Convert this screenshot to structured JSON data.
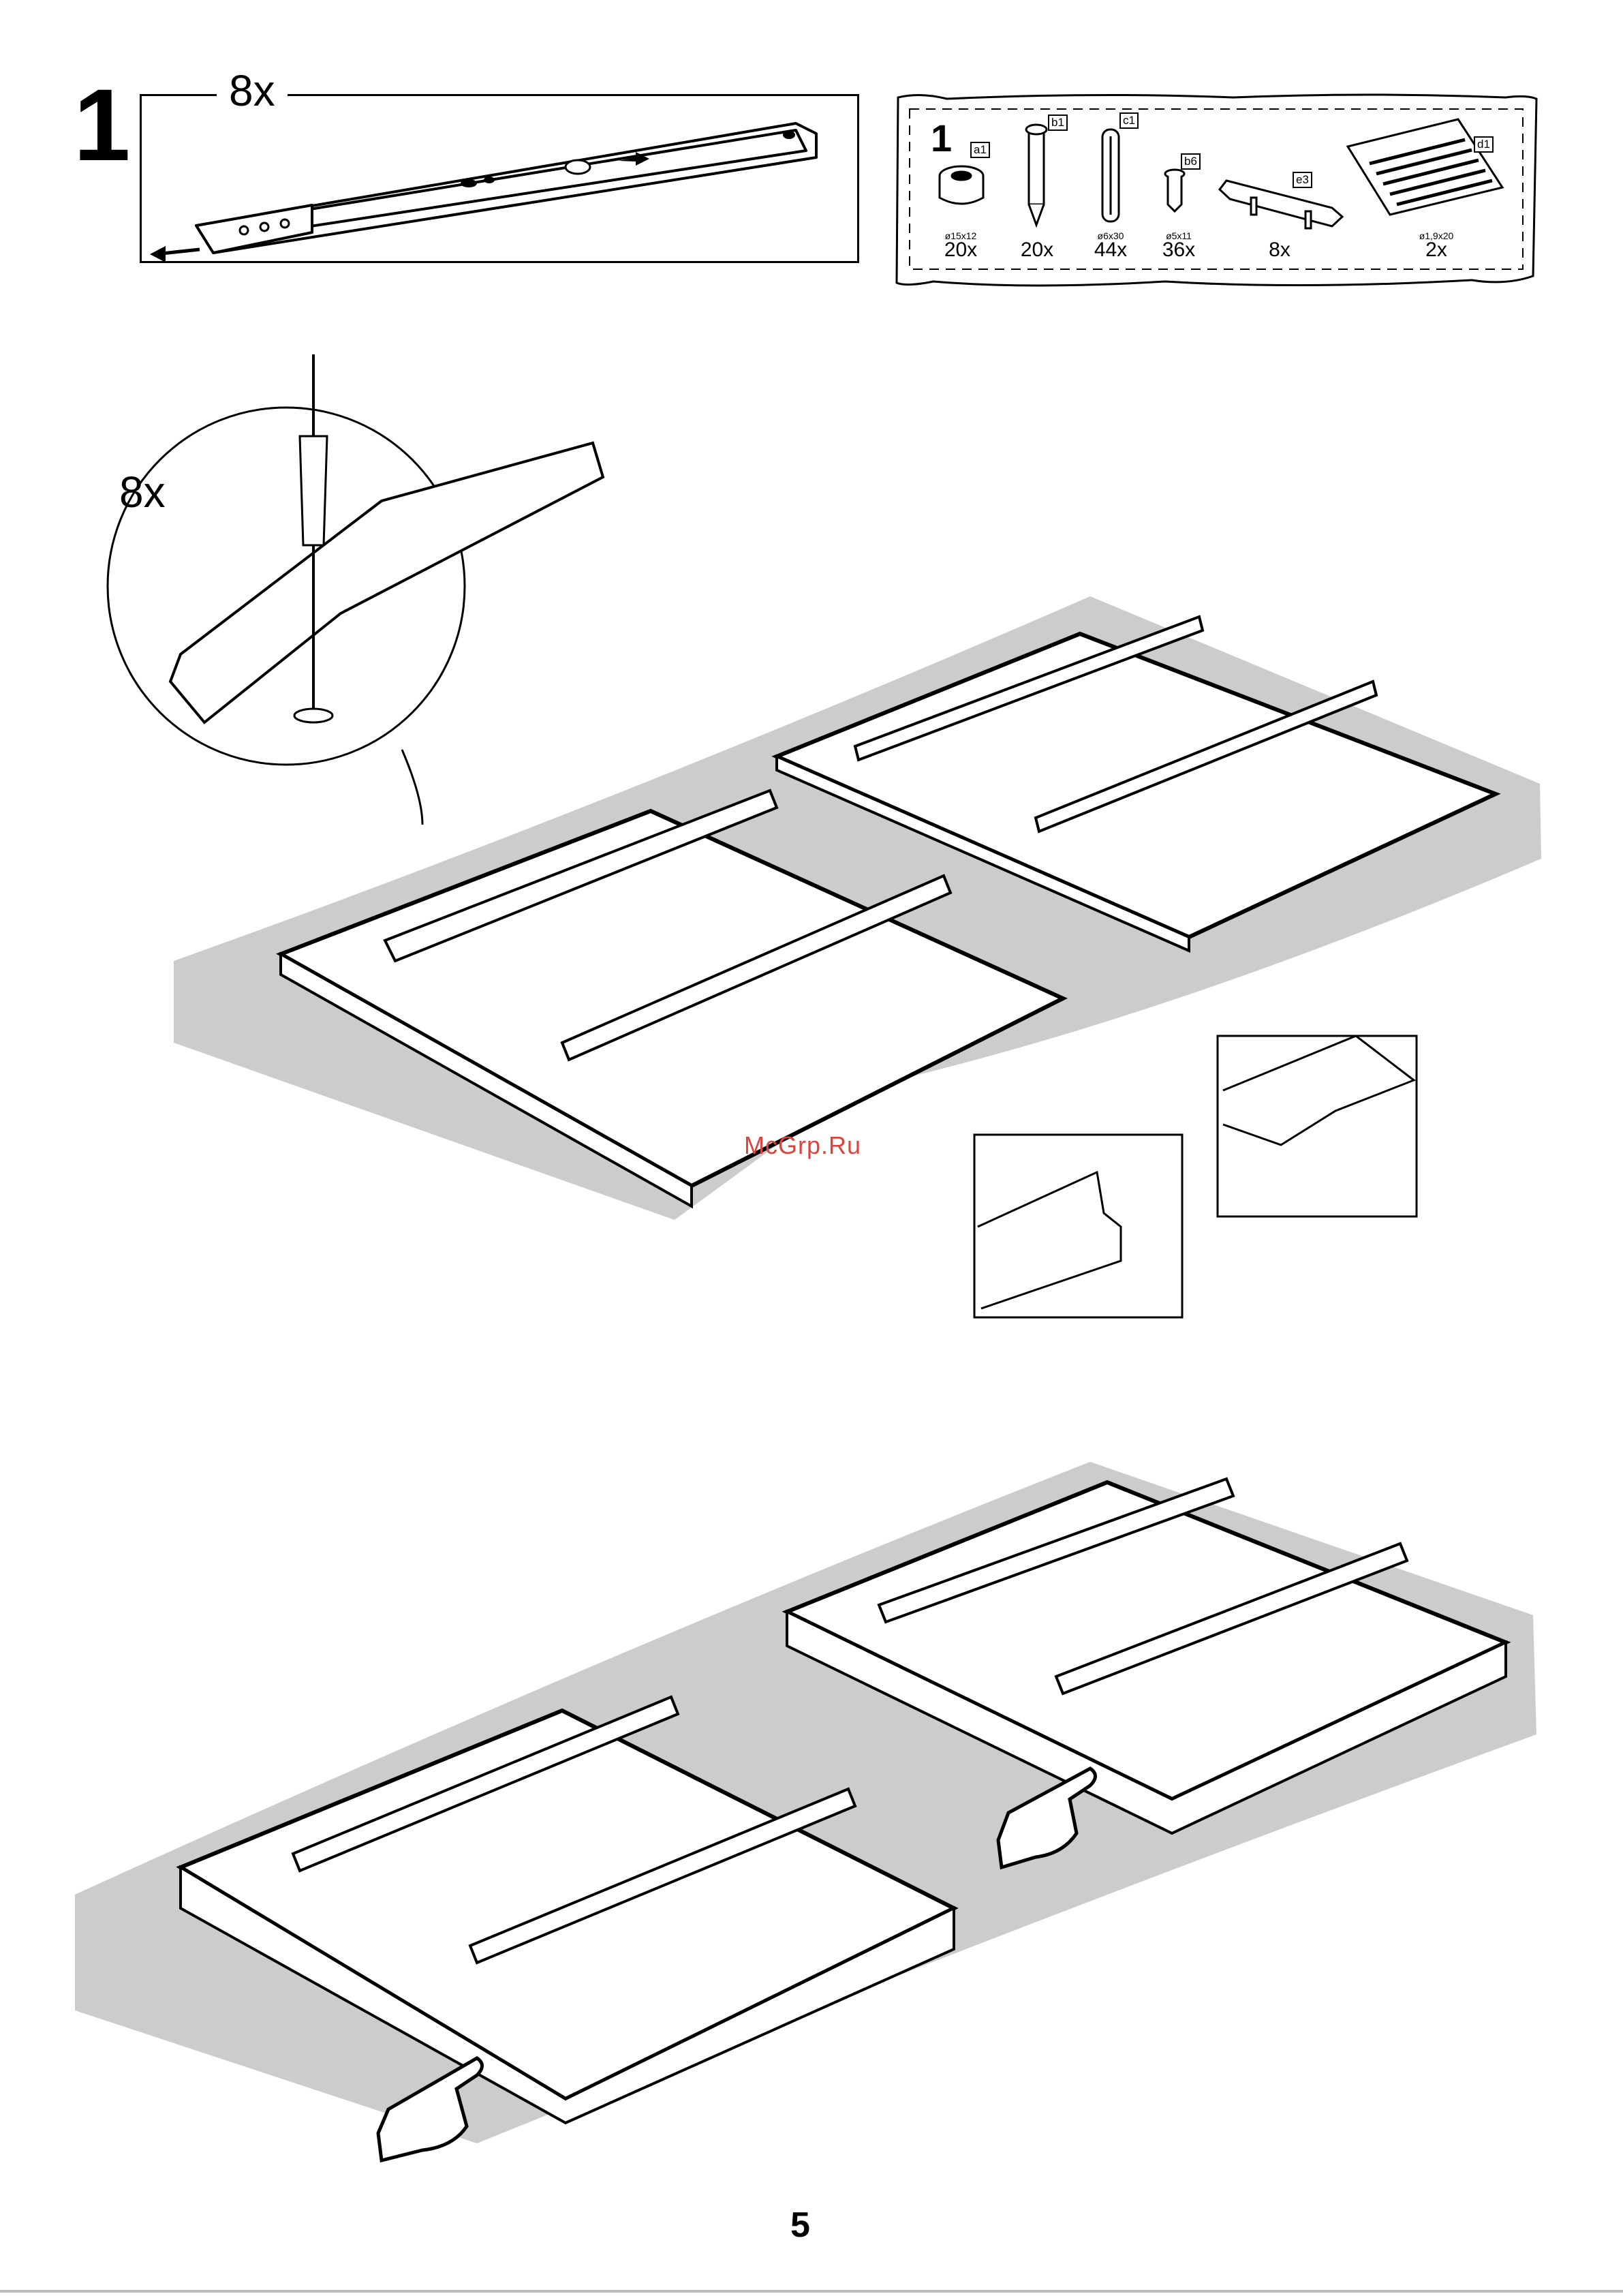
{
  "step": {
    "number": "1",
    "slide_quantity": "8x",
    "screw_quantity": "8x"
  },
  "parts_box": {
    "step_number": "1",
    "parts": [
      {
        "tag": "a1",
        "dimension": "ø15x12",
        "quantity": "20x",
        "icon": "cam-lock-icon"
      },
      {
        "tag": "b1",
        "dimension": "",
        "quantity": "20x",
        "icon": "cam-bolt-icon"
      },
      {
        "tag": "c1",
        "dimension": "ø6x30",
        "quantity": "44x",
        "icon": "wooden-dowel-icon"
      },
      {
        "tag": "b6",
        "dimension": "ø5x11",
        "quantity": "36x",
        "icon": "euro-screw-icon"
      },
      {
        "tag": "e3",
        "dimension": "",
        "quantity": "8x",
        "icon": "handle-icon"
      },
      {
        "tag": "d1",
        "dimension": "ø1,9x20",
        "quantity": "2x",
        "icon": "nail-bag-icon"
      }
    ]
  },
  "watermark": "McGrp.Ru",
  "page_number": "5",
  "colors": {
    "floor": "#cccccc",
    "line": "#000000",
    "watermark": "#d8453e"
  }
}
